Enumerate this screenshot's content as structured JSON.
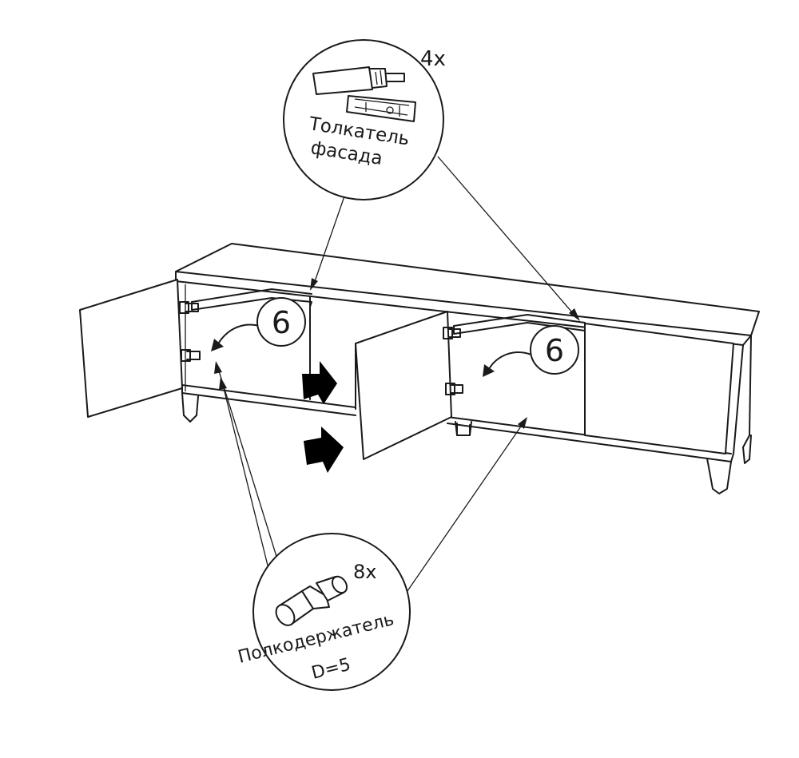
{
  "callout_top": {
    "quantity": "4x",
    "label_line1": "Толкатель",
    "label_line2": "фасада"
  },
  "callout_bottom": {
    "quantity": "8x",
    "label_line1": "Полкодержатель",
    "label_line2": "D=5"
  },
  "step_markers": [
    "6",
    "6"
  ],
  "colors": {
    "line": "#1a1a1a",
    "fill": "#ffffff",
    "arrow": "#000000"
  }
}
